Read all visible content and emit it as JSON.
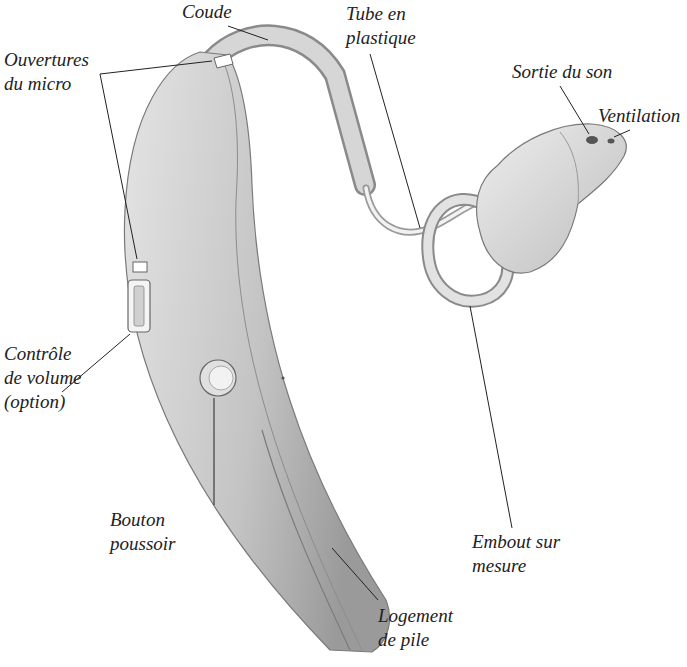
{
  "diagram": {
    "labels": [
      "Coude",
      "Tube en plastique",
      "Ouvertures du micro",
      "Sortie du son",
      "Ventilation",
      "Contrôle de volume (option)",
      "Bouton poussoir",
      "Logement de pile",
      "Embout sur mesure"
    ]
  }
}
